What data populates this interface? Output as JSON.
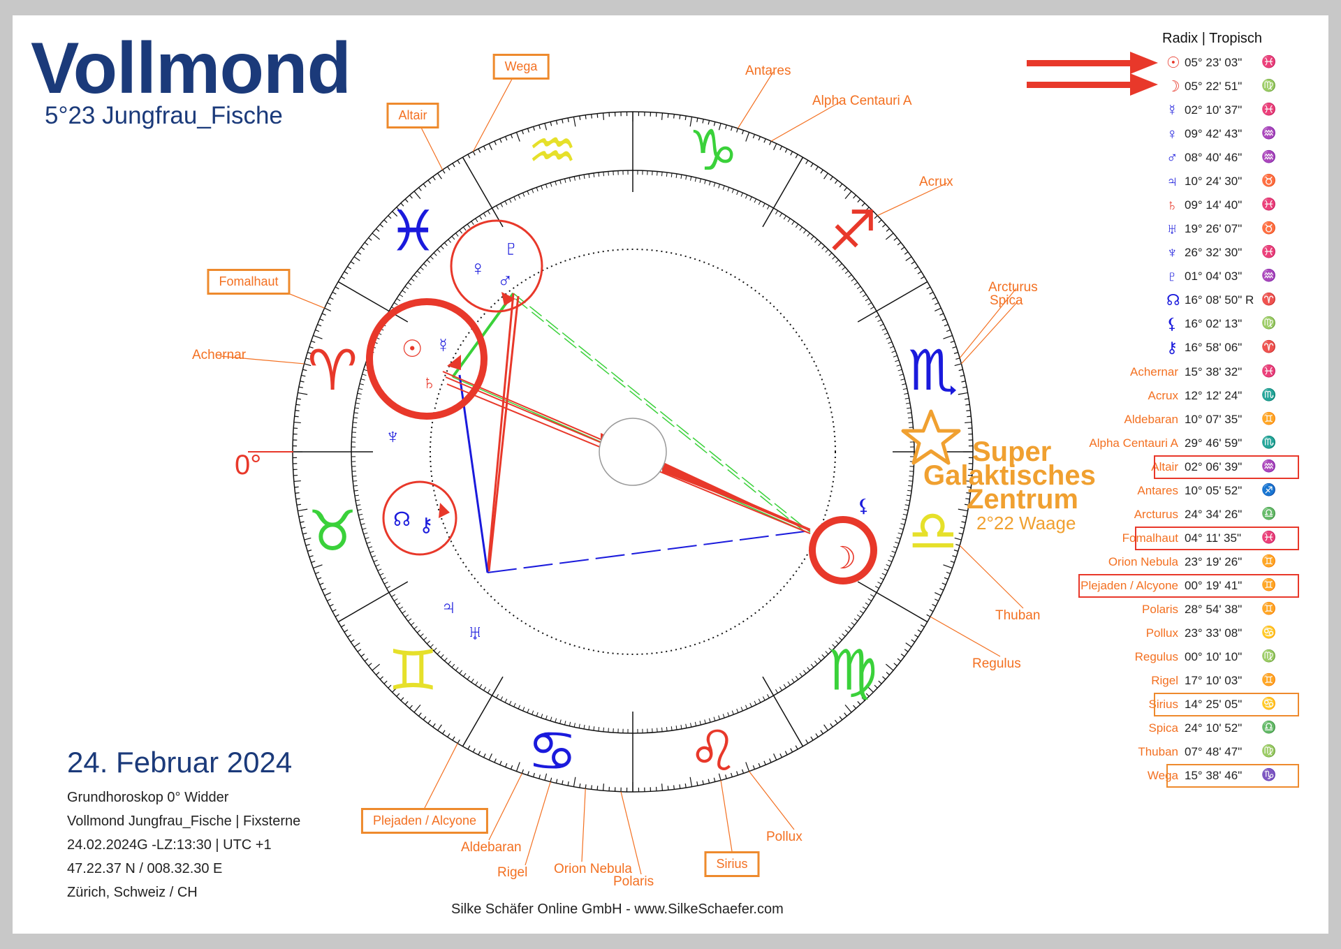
{
  "title": "Vollmond",
  "subtitle": "5°23 Jungfrau_Fische",
  "date_heading": "24. Februar 2024",
  "info_lines": [
    "Grundhoroskop 0° Widder",
    "Vollmond Jungfrau_Fische | Fixsterne",
    "24.02.2024G -LZ:13:30 | UTC +1",
    "47.22.37 N / 008.32.30 E",
    "Zürich, Schweiz / CH"
  ],
  "footer": "Silke Schäfer Online GmbH - www.SilkeSchaefer.com",
  "zero_label": "0°",
  "galactic_center": {
    "line1": "Super",
    "line2": "Galaktisches",
    "line3": "Zentrum",
    "position": "2°22 Waage"
  },
  "table_header": "Radix | Tropisch",
  "planet_rows": [
    {
      "glyph": "☉",
      "value": "05° 23' 03\"",
      "sign": "♓",
      "color": "#e8382a",
      "sign_color": "#1a1adc"
    },
    {
      "glyph": "☽",
      "value": "05° 22' 51\"",
      "sign": "♍",
      "color": "#e8382a",
      "sign_color": "#3ad13a"
    },
    {
      "glyph": "☿",
      "value": "02° 10' 37\"",
      "sign": "♓",
      "color": "#1a1adc",
      "sign_color": "#1a1adc"
    },
    {
      "glyph": "♀",
      "value": "09° 42' 43\"",
      "sign": "♒",
      "color": "#1a1adc",
      "sign_color": "#e6e02a"
    },
    {
      "glyph": "♂",
      "value": "08° 40' 46\"",
      "sign": "♒",
      "color": "#1a1adc",
      "sign_color": "#e6e02a"
    },
    {
      "glyph": "♃",
      "value": "10° 24' 30\"",
      "sign": "♉",
      "color": "#1a1adc",
      "sign_color": "#3ad13a"
    },
    {
      "glyph": "♄",
      "value": "09° 14' 40\"",
      "sign": "♓",
      "color": "#e8382a",
      "sign_color": "#1a1adc"
    },
    {
      "glyph": "♅",
      "value": "19° 26' 07\"",
      "sign": "♉",
      "color": "#1a1adc",
      "sign_color": "#3ad13a"
    },
    {
      "glyph": "♆",
      "value": "26° 32' 30\"",
      "sign": "♓",
      "color": "#1a1adc",
      "sign_color": "#1a1adc"
    },
    {
      "glyph": "♇",
      "value": "01° 04' 03\"",
      "sign": "♒",
      "color": "#1a1adc",
      "sign_color": "#e6e02a"
    },
    {
      "glyph": "☊",
      "value": "16° 08' 50\" R",
      "sign": "♈",
      "color": "#1a1adc",
      "sign_color": "#e8382a"
    },
    {
      "glyph": "⚸",
      "value": "16° 02' 13\"",
      "sign": "♍",
      "color": "#1a1adc",
      "sign_color": "#3ad13a"
    },
    {
      "glyph": "⚷",
      "value": "16° 58' 06\"",
      "sign": "♈",
      "color": "#1a1adc",
      "sign_color": "#e8382a"
    }
  ],
  "star_rows": [
    {
      "name": "Achernar",
      "value": "15° 38' 32\"",
      "sign": "♓",
      "sign_color": "#1a1adc",
      "highlight": ""
    },
    {
      "name": "Acrux",
      "value": "12° 12' 24\"",
      "sign": "♏",
      "sign_color": "#1a1adc",
      "highlight": ""
    },
    {
      "name": "Aldebaran",
      "value": "10° 07' 35\"",
      "sign": "♊",
      "sign_color": "#e6e02a",
      "highlight": ""
    },
    {
      "name": "Alpha Centauri A",
      "value": "29° 46' 59\"",
      "sign": "♏",
      "sign_color": "#1a1adc",
      "highlight": ""
    },
    {
      "name": "Altair",
      "value": "02° 06' 39\"",
      "sign": "♒",
      "sign_color": "#e6e02a",
      "highlight": "red"
    },
    {
      "name": "Antares",
      "value": "10° 05' 52\"",
      "sign": "♐",
      "sign_color": "#e8382a",
      "highlight": ""
    },
    {
      "name": "Arcturus",
      "value": "24° 34' 26\"",
      "sign": "♎",
      "sign_color": "#e6e02a",
      "highlight": ""
    },
    {
      "name": "Fomalhaut",
      "value": "04° 11' 35\"",
      "sign": "♓",
      "sign_color": "#1a1adc",
      "highlight": "red"
    },
    {
      "name": "Orion Nebula",
      "value": "23° 19' 26\"",
      "sign": "♊",
      "sign_color": "#e6e02a",
      "highlight": ""
    },
    {
      "name": "Plejaden / Alcyone",
      "value": "00° 19' 41\"",
      "sign": "♊",
      "sign_color": "#e6e02a",
      "highlight": "red"
    },
    {
      "name": "Polaris",
      "value": "28° 54' 38\"",
      "sign": "♊",
      "sign_color": "#e6e02a",
      "highlight": ""
    },
    {
      "name": "Pollux",
      "value": "23° 33' 08\"",
      "sign": "♋",
      "sign_color": "#1a1adc",
      "highlight": ""
    },
    {
      "name": "Regulus",
      "value": "00° 10' 10\"",
      "sign": "♍",
      "sign_color": "#3ad13a",
      "highlight": ""
    },
    {
      "name": "Rigel",
      "value": "17° 10' 03\"",
      "sign": "♊",
      "sign_color": "#e6e02a",
      "highlight": ""
    },
    {
      "name": "Sirius",
      "value": "14° 25' 05\"",
      "sign": "♋",
      "sign_color": "#1a1adc",
      "highlight": "orange"
    },
    {
      "name": "Spica",
      "value": "24° 10' 52\"",
      "sign": "♎",
      "sign_color": "#e6e02a",
      "highlight": ""
    },
    {
      "name": "Thuban",
      "value": "07° 48' 47\"",
      "sign": "♍",
      "sign_color": "#3ad13a",
      "highlight": ""
    },
    {
      "name": "Wega",
      "value": "15° 38' 46\"",
      "sign": "♑",
      "sign_color": "#3ad13a",
      "highlight": "orange"
    }
  ],
  "chart_stars": [
    {
      "id": "wega",
      "name": "Wega",
      "boxed": true
    },
    {
      "id": "altair",
      "name": "Altair",
      "boxed": true
    },
    {
      "id": "antares",
      "name": "Antares",
      "boxed": false
    },
    {
      "id": "alpha",
      "name": "Alpha Centauri A",
      "boxed": false
    },
    {
      "id": "acrux",
      "name": "Acrux",
      "boxed": false
    },
    {
      "id": "fomalhaut",
      "name": "Fomalhaut",
      "boxed": true
    },
    {
      "id": "achernar",
      "name": "Achernar",
      "boxed": false
    },
    {
      "id": "arcturus",
      "name": "Arcturus",
      "boxed": false
    },
    {
      "id": "spica",
      "name": "Spica",
      "boxed": false
    },
    {
      "id": "thuban",
      "name": "Thuban",
      "boxed": false
    },
    {
      "id": "regulus",
      "name": "Regulus",
      "boxed": false
    },
    {
      "id": "pollux",
      "name": "Pollux",
      "boxed": false
    },
    {
      "id": "sirius",
      "name": "Sirius",
      "boxed": true
    },
    {
      "id": "polaris",
      "name": "Polaris",
      "boxed": false
    },
    {
      "id": "orion",
      "name": "Orion Nebula",
      "boxed": false
    },
    {
      "id": "rigel",
      "name": "Rigel",
      "boxed": false
    },
    {
      "id": "aldebaran",
      "name": "Aldebaran",
      "boxed": false
    },
    {
      "id": "plejaden",
      "name": "Plejaden / Alcyone",
      "boxed": true
    }
  ],
  "zodiac_ring": [
    {
      "sign": "♈",
      "color": "#e8382a"
    },
    {
      "sign": "♓",
      "color": "#1a1adc"
    },
    {
      "sign": "♒",
      "color": "#e6e02a"
    },
    {
      "sign": "♑",
      "color": "#3ad13a"
    },
    {
      "sign": "♐",
      "color": "#e8382a"
    },
    {
      "sign": "♏",
      "color": "#1a1adc"
    },
    {
      "sign": "♎",
      "color": "#e6e02a"
    },
    {
      "sign": "♍",
      "color": "#3ad13a"
    },
    {
      "sign": "♌",
      "color": "#e8382a"
    },
    {
      "sign": "♋",
      "color": "#1a1adc"
    },
    {
      "sign": "♊",
      "color": "#e6e02a"
    },
    {
      "sign": "♉",
      "color": "#3ad13a"
    }
  ],
  "chart_planets": [
    {
      "id": "sun",
      "glyph": "☉",
      "color": "#e8382a"
    },
    {
      "id": "mercury",
      "glyph": "☿",
      "color": "#1a1adc"
    },
    {
      "id": "saturn",
      "glyph": "♄",
      "color": "#e8382a"
    },
    {
      "id": "venus",
      "glyph": "♀",
      "color": "#1a1adc"
    },
    {
      "id": "mars",
      "glyph": "♂",
      "color": "#1a1adc"
    },
    {
      "id": "pluto",
      "glyph": "♇",
      "color": "#1a1adc"
    },
    {
      "id": "neptune",
      "glyph": "♆",
      "color": "#1a1adc"
    },
    {
      "id": "node",
      "glyph": "☊",
      "color": "#1a1adc"
    },
    {
      "id": "chiron",
      "glyph": "⚷",
      "color": "#1a1adc"
    },
    {
      "id": "jupiter",
      "glyph": "♃",
      "color": "#1a1adc"
    },
    {
      "id": "uranus",
      "glyph": "♅",
      "color": "#1a1adc"
    },
    {
      "id": "moon",
      "glyph": "☽",
      "color": "#e8382a"
    },
    {
      "id": "lilith",
      "glyph": "⚸",
      "color": "#1a1adc"
    }
  ],
  "colors": {
    "navy": "#1b3a7a",
    "red": "#e8382a",
    "blue": "#1a1adc",
    "green": "#3ad13a",
    "yellow": "#e6e02a",
    "orange": "#f37021"
  }
}
